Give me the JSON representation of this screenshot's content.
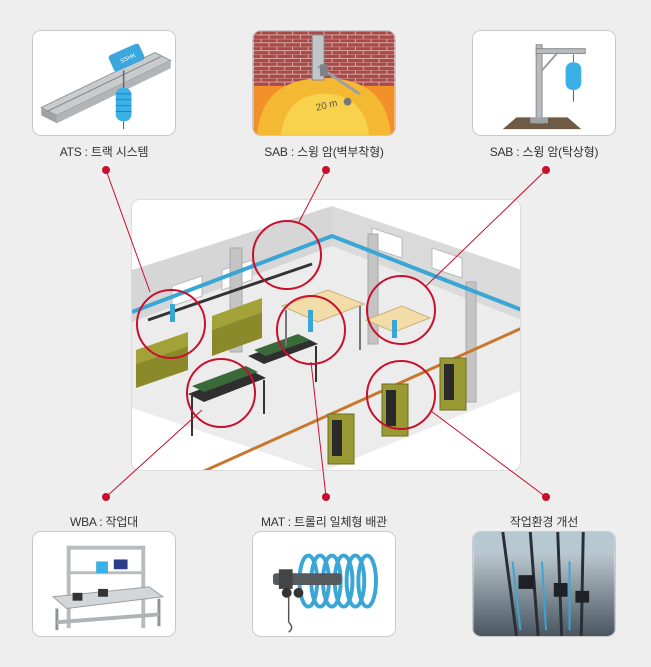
{
  "items": [
    {
      "id": "ats",
      "caption": "ATS : 트랙 시스템"
    },
    {
      "id": "sab-wall",
      "caption": "SAB : 스윙 암(벽부착형)",
      "floor_label": "20 m"
    },
    {
      "id": "sab-table",
      "caption": "SAB : 스윙 암(탁상형)"
    },
    {
      "id": "wba",
      "caption": "WBA : 작업대"
    },
    {
      "id": "mat",
      "caption": "MAT : 트롤리 일체형 배관"
    },
    {
      "id": "env",
      "caption": "작업환경 개선"
    }
  ],
  "colors": {
    "connector": "#c8102e",
    "callout": "#c8102e",
    "pipe": "#3aa6d6",
    "rail": "#c8782c"
  }
}
